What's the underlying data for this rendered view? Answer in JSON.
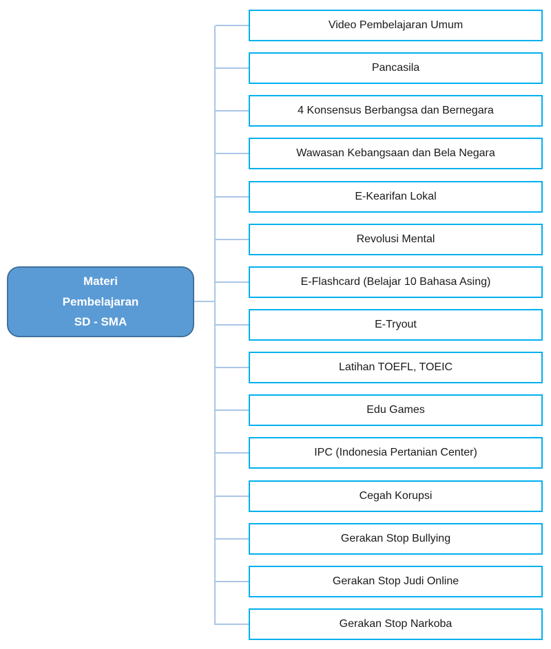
{
  "root": {
    "lines": [
      "Materi",
      "Pembelajaran",
      "SD - SMA"
    ]
  },
  "items": [
    "Video Pembelajaran Umum",
    "Pancasila",
    "4 Konsensus Berbangsa dan Bernegara",
    "Wawasan Kebangsaan dan Bela Negara",
    "E-Kearifan Lokal",
    "Revolusi Mental",
    "E-Flashcard (Belajar 10 Bahasa Asing)",
    "E-Tryout",
    "Latihan TOEFL, TOEIC",
    "Edu Games",
    "IPC (Indonesia Pertanian Center)",
    "Cegah Korupsi",
    "Gerakan Stop Bullying",
    "Gerakan Stop Judi Online",
    "Gerakan Stop Narkoba"
  ],
  "colors": {
    "root_fill": "#5B9BD5",
    "root_border": "#41719C",
    "root_text": "#FFFFFF",
    "box_border": "#00B0F0",
    "box_fill": "#FFFFFF",
    "connector": "#A9C6E7",
    "item_text": "#1A1A1A"
  }
}
